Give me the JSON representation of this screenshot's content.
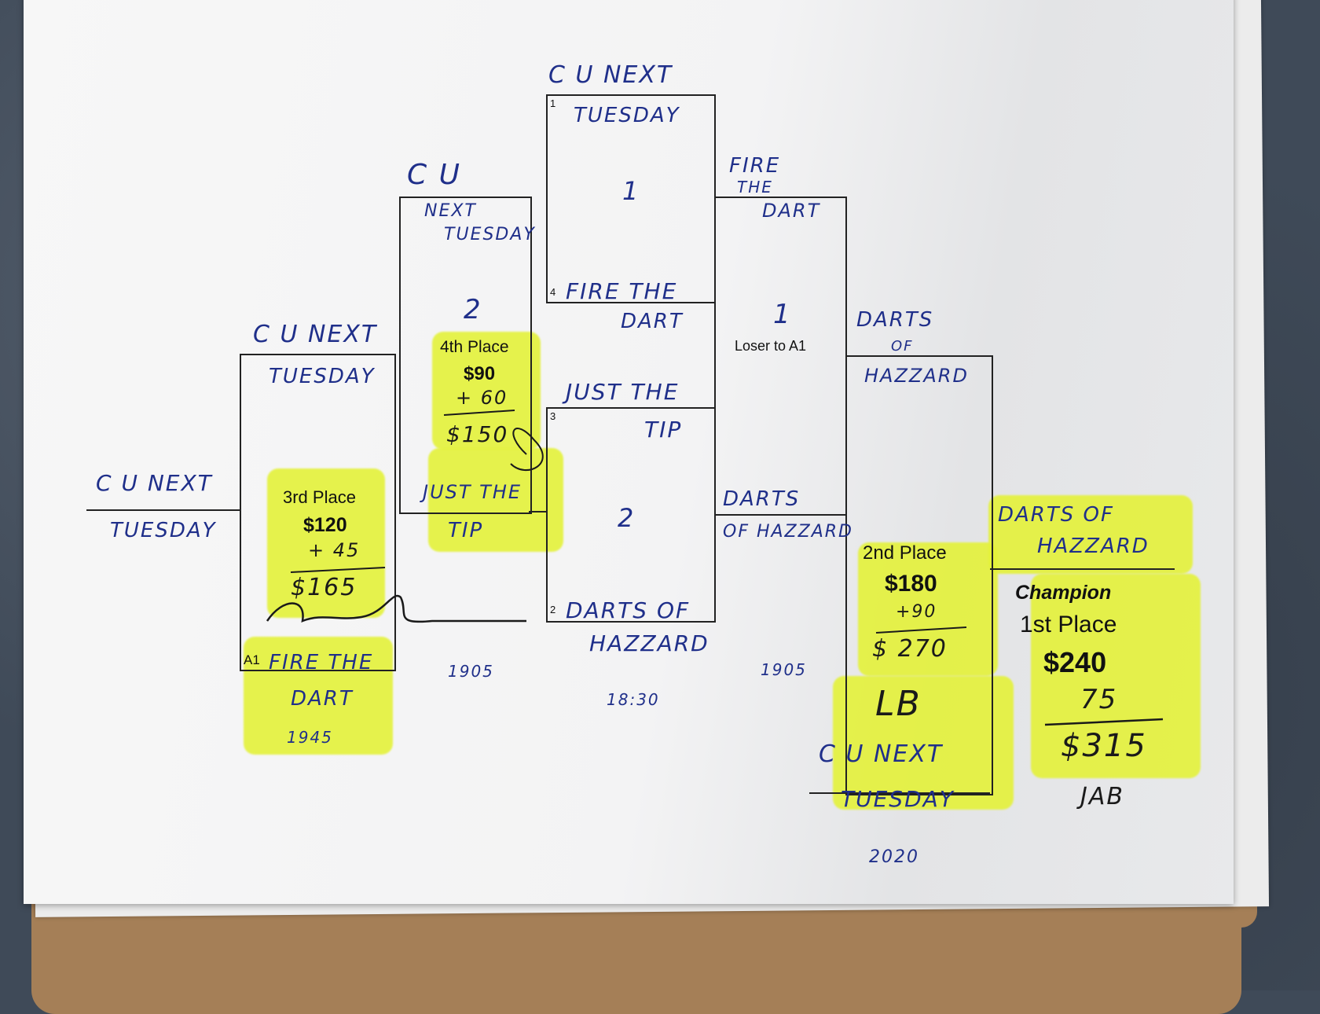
{
  "bracket": {
    "r1_top": "C U NEXT",
    "r1_bottom": "TUESDAY",
    "a1_label": "A1",
    "a1_name_l1": "FIRE THE",
    "a1_name_l2": "DART",
    "a1_time": "1945",
    "third": {
      "label": "3rd Place",
      "amount": "$120",
      "plus": "+ 45",
      "total": "$165"
    },
    "r2_top": "C U NEXT",
    "r2_top2": "TUESDAY",
    "r2_time": "1905",
    "r3_top_l1": "C U",
    "r3_top_l2": "NEXT",
    "r3_top_l3": "TUESDAY",
    "r3_seed": "2",
    "fourth": {
      "label": "4th Place",
      "amount": "$90",
      "plus": "+ 60",
      "total": "$150"
    },
    "r3_bottom_l1": "JUST THE",
    "r3_bottom_l2": "TIP",
    "m1": {
      "top_l1": "C U NEXT",
      "top_l2": "TUESDAY",
      "seed_top": "1",
      "winner": "1",
      "seed_bottom": "4",
      "bottom_l1": "FIRE THE",
      "bottom_l2": "DART"
    },
    "m2": {
      "top_l1": "JUST THE",
      "top_l2": "TIP",
      "seed_top": "3",
      "winner": "2",
      "seed_bottom": "2",
      "bottom_l1": "DARTS OF",
      "bottom_l2": "HAZZARD",
      "time": "18:30"
    },
    "w": {
      "top_l1": "FIRE",
      "top_l2": "THE",
      "top_l3": "DART",
      "winner": "1",
      "loser_to": "Loser to A1",
      "bottom_l1": "DARTS",
      "bottom_l2": "OF HAZZARD",
      "time": "1905"
    },
    "semi": {
      "l1": "DARTS",
      "l2": "OF",
      "l3": "HAZZARD"
    },
    "second": {
      "label": "2nd Place",
      "amount": "$180",
      "plus": "+90",
      "total": "$ 270",
      "initials": "LB"
    },
    "final_bottom_l1": "C U NEXT",
    "final_bottom_l2": "TUESDAY",
    "final_time": "2020",
    "champ_name_l1": "DARTS OF",
    "champ_name_l2": "HAZZARD",
    "champion": {
      "label": "Champion",
      "place": "1st Place",
      "amount": "$240",
      "plus": "75",
      "total": "$315",
      "initials": "JAB"
    }
  }
}
